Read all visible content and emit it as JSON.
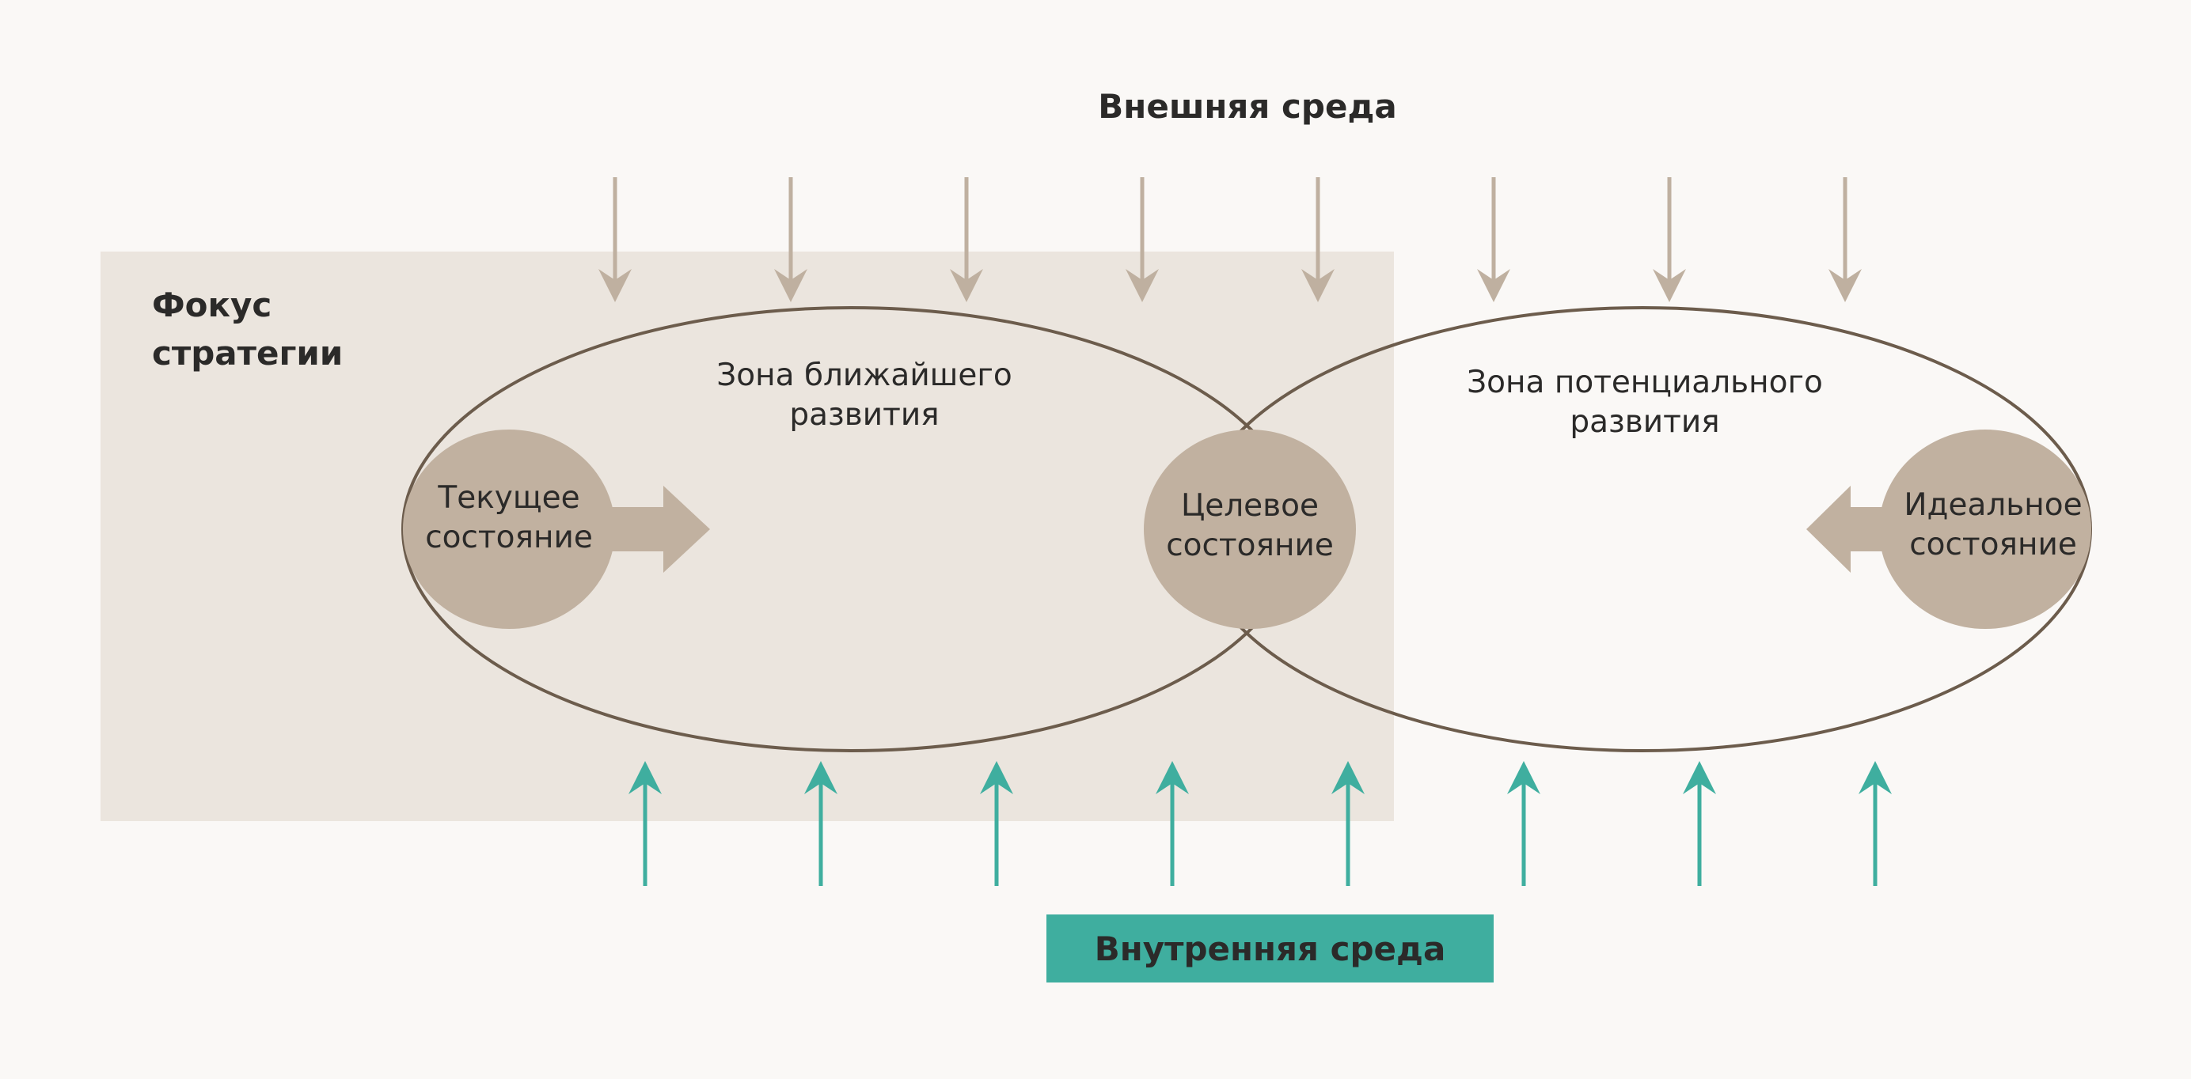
{
  "external_environment": {
    "label": "Внешняя среда",
    "arrow_count": 8,
    "color": "#bfb0a0"
  },
  "internal_environment": {
    "label": "Внутренняя среда",
    "arrow_count": 8,
    "color": "#3fae9f"
  },
  "focus": {
    "line1": "Фокус",
    "line2": "стратегии",
    "color": "#ebe5de"
  },
  "zones": {
    "near": {
      "line1": "Зона ближайшего",
      "line2": "развития"
    },
    "potential": {
      "line1": "Зона потенциального",
      "line2": "развития"
    },
    "outline_color": "#6c5c4c"
  },
  "states": {
    "current": {
      "line1": "Текущее",
      "line2": "состояние"
    },
    "target": {
      "line1": "Целевое",
      "line2": "состояние"
    },
    "ideal": {
      "line1": "Идеальное",
      "line2": "состояние"
    },
    "fill_color": "#c1b1a0"
  },
  "text_color": "#2b2a29",
  "background_color": "#faf8f6"
}
